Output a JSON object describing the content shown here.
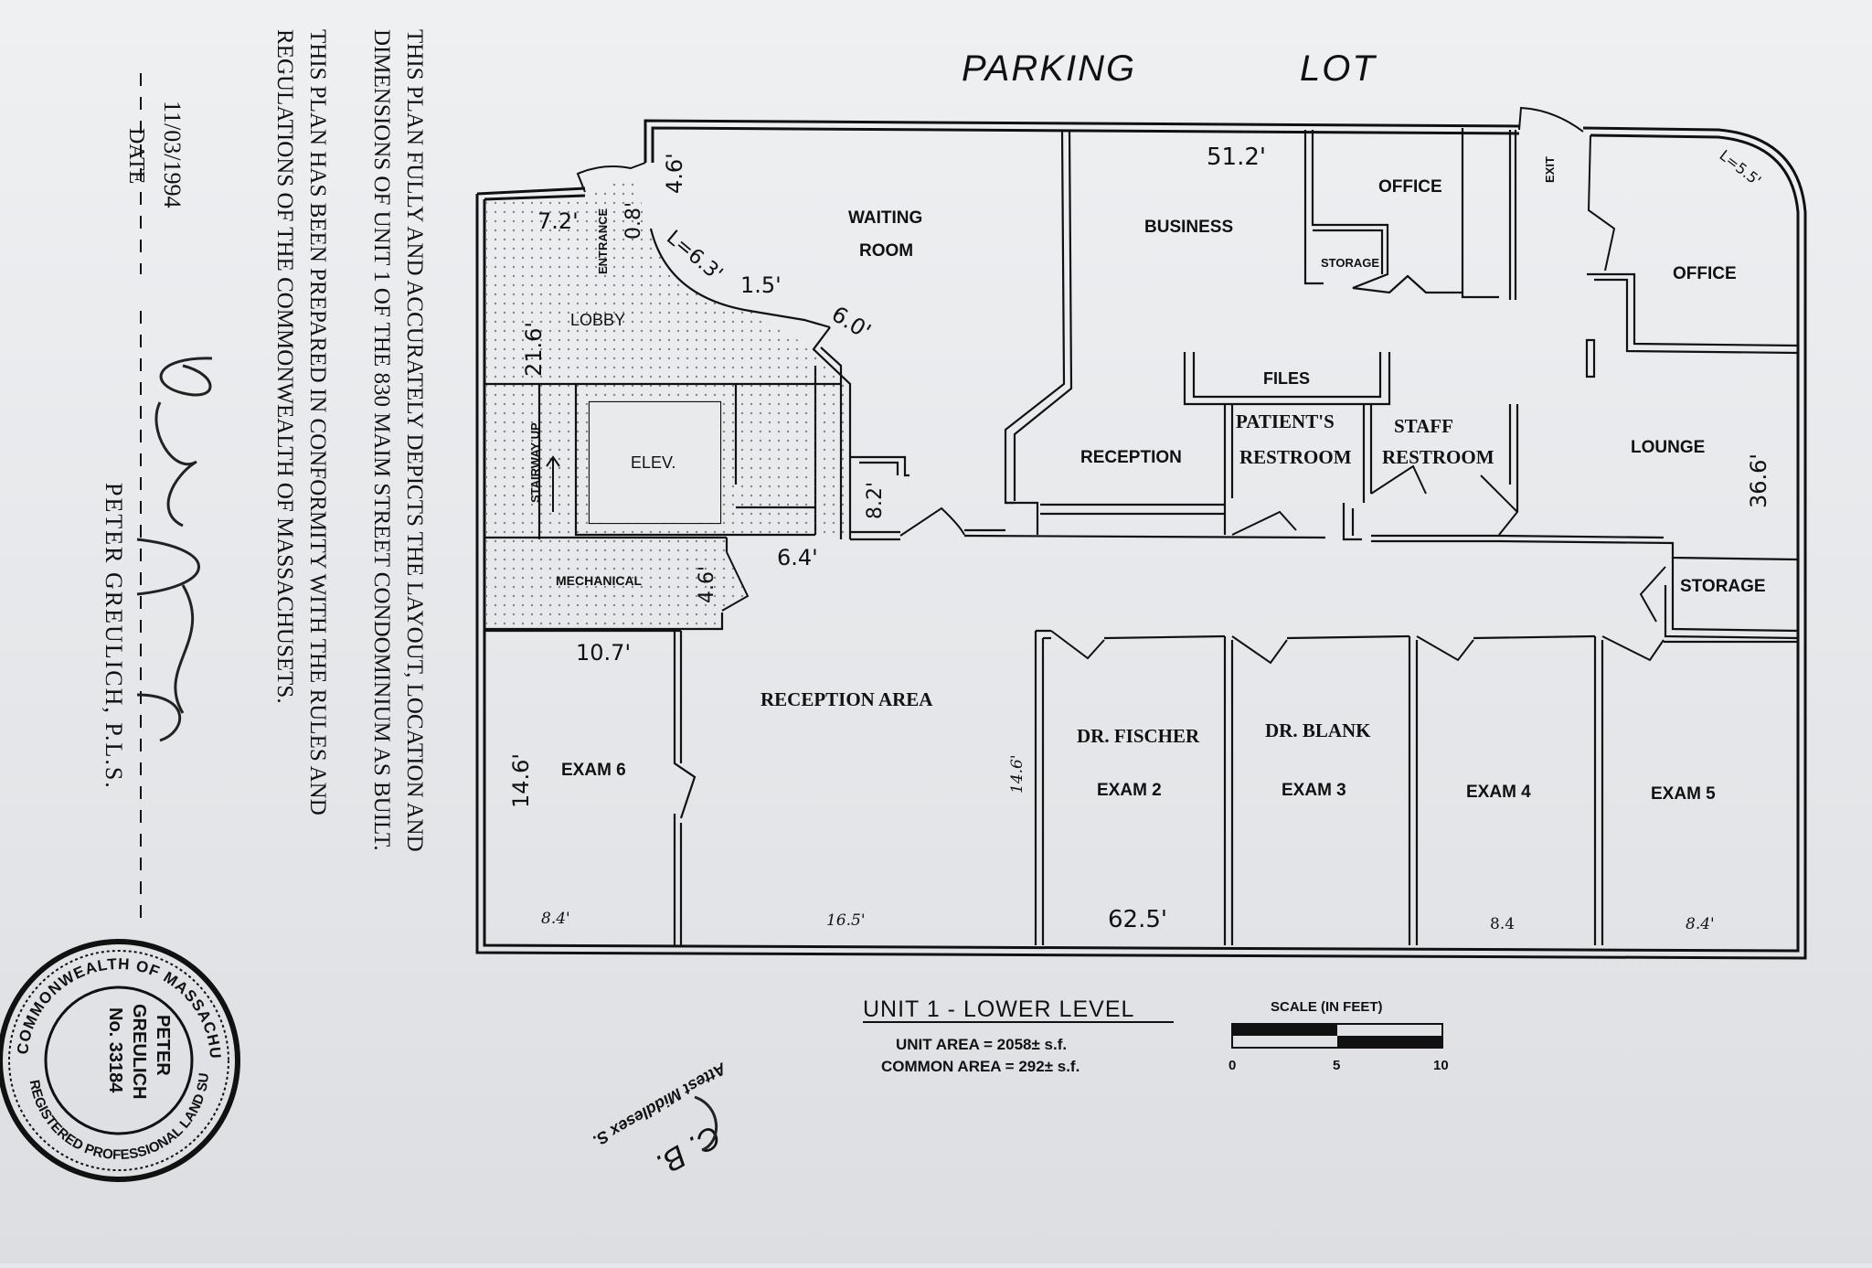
{
  "plan": {
    "parking_lot_line1": "PARKING",
    "parking_lot_line2": "LOT",
    "rooms": {
      "waiting_room_l1": "WAITING",
      "waiting_room_l2": "ROOM",
      "business": "BUSINESS",
      "office_top": "OFFICE",
      "storage_top": "STORAGE",
      "exit": "EXIT",
      "office_right": "OFFICE",
      "lobby": "LOBBY",
      "entrance": "ENTRANCE",
      "stairway": "STAIRWAY UP",
      "elev": "ELEV.",
      "files": "FILES",
      "patients_restroom_l1": "PATIENT'S",
      "patients_restroom_l2": "RESTROOM",
      "staff_restroom_l1": "STAFF",
      "staff_restroom_l2": "RESTROOM",
      "reception": "RECEPTION",
      "lounge": "LOUNGE",
      "mechanical": "MECHANICAL",
      "storage_right": "STORAGE",
      "reception_area": "RECEPTION AREA",
      "exam6": "EXAM 6",
      "dr_fischer": "DR. FISCHER",
      "exam2": "EXAM 2",
      "dr_blank": "DR. BLANK",
      "exam3": "EXAM 3",
      "exam4": "EXAM 4",
      "exam5": "EXAM 5"
    },
    "dims": {
      "d_51_2": "51.2'",
      "d_l5_5": "L=5.5'",
      "d_4_6_top": "4.6'",
      "d_7_2": "7.2'",
      "d_0_8": "0.8'",
      "d_l6_3": "L=6.3'",
      "d_1_5": "1.5'",
      "d_6_0": "6.0'",
      "d_21_6": "21.6'",
      "d_8_2": "8.2'",
      "d_6_4": "6.4'",
      "d_4_6_mech": "4.6'",
      "d_36_6": "36.6'",
      "d_10_7": "10.7'",
      "d_14_6_left": "14.6'",
      "d_14_6_mid": "14.6'",
      "d_8_4_a": "8.4'",
      "d_16_5": "16.5'",
      "d_62_5": "62.5'",
      "d_8_4_b": "8.4",
      "d_8_4_c": "8.4'"
    }
  },
  "legend": {
    "title": "UNIT 1 - LOWER LEVEL",
    "unit_area": "UNIT AREA = 2058± s.f.",
    "common_area": "COMMON AREA = 292± s.f.",
    "scale_title": "SCALE (IN FEET)",
    "scale_ticks": [
      "0",
      "5",
      "10"
    ]
  },
  "certification": {
    "line1": "THIS PLAN FULLY AND ACCURATELY DEPICTS THE LAYOUT, LOCATION AND",
    "line2": "DIMENSIONS OF UNIT 1 OF THE 830 MAIM STREET CONDOMINIUM AS BUILT.",
    "line3": "THIS PLAN HAS BEEN PREPARED IN CONFORMITY WITH THE RULES AND",
    "line4": "REGULATIONS OF THE COMMONWEALTH OF MASSACHUSETS.",
    "date": "11/03/1994",
    "date_label": "DATE",
    "surveyor": "PETER GREULICH, P.L.S."
  },
  "seal": {
    "ring_top": "COMMONWEALTH OF MASSACHUSETTS",
    "ring_bottom": "REGISTERED PROFESSIONAL LAND SURVEYOR",
    "name1": "PETER",
    "name2": "GREULICH",
    "number": "No. 33184"
  },
  "stamp": {
    "line1": "Attest Middlesex S.",
    "line2": "C. B."
  }
}
